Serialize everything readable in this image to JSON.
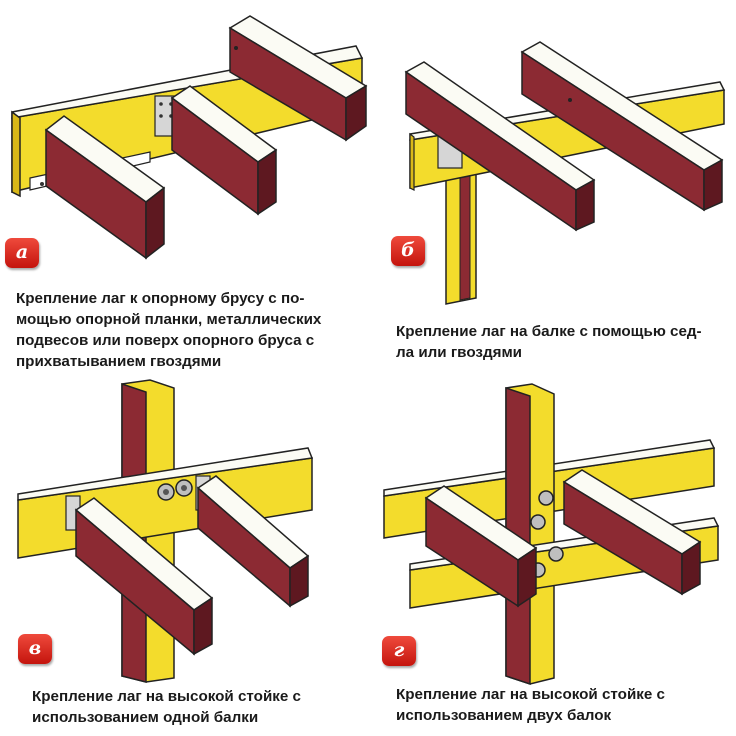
{
  "colors": {
    "timber_yellow": "#f3dc2c",
    "timber_yellow_dark": "#d9b818",
    "joist_brown": "#8c2a33",
    "joist_brown_dark": "#5e1820",
    "top_face": "#fbfbf4",
    "badge_red": "#d9261c",
    "hardware_gray": "#c9c9c9"
  },
  "panels": [
    {
      "badge": "а",
      "caption": [
        "Крепление лаг к опорному брусу с по-",
        "мощью опорной планки, металлических",
        "подвесов или поверх опорного бруса с",
        "прихватыванием гвоздями"
      ]
    },
    {
      "badge": "б",
      "caption": [
        "Крепление лаг на балке с помощью сед-",
        "ла или гвоздями"
      ]
    },
    {
      "badge": "в",
      "caption": [
        "Крепление лаг на высокой стойке с",
        "использованием одной балки"
      ]
    },
    {
      "badge": "г",
      "caption": [
        "Крепление лаг на высокой стойке с",
        "использованием двух балок"
      ]
    }
  ]
}
